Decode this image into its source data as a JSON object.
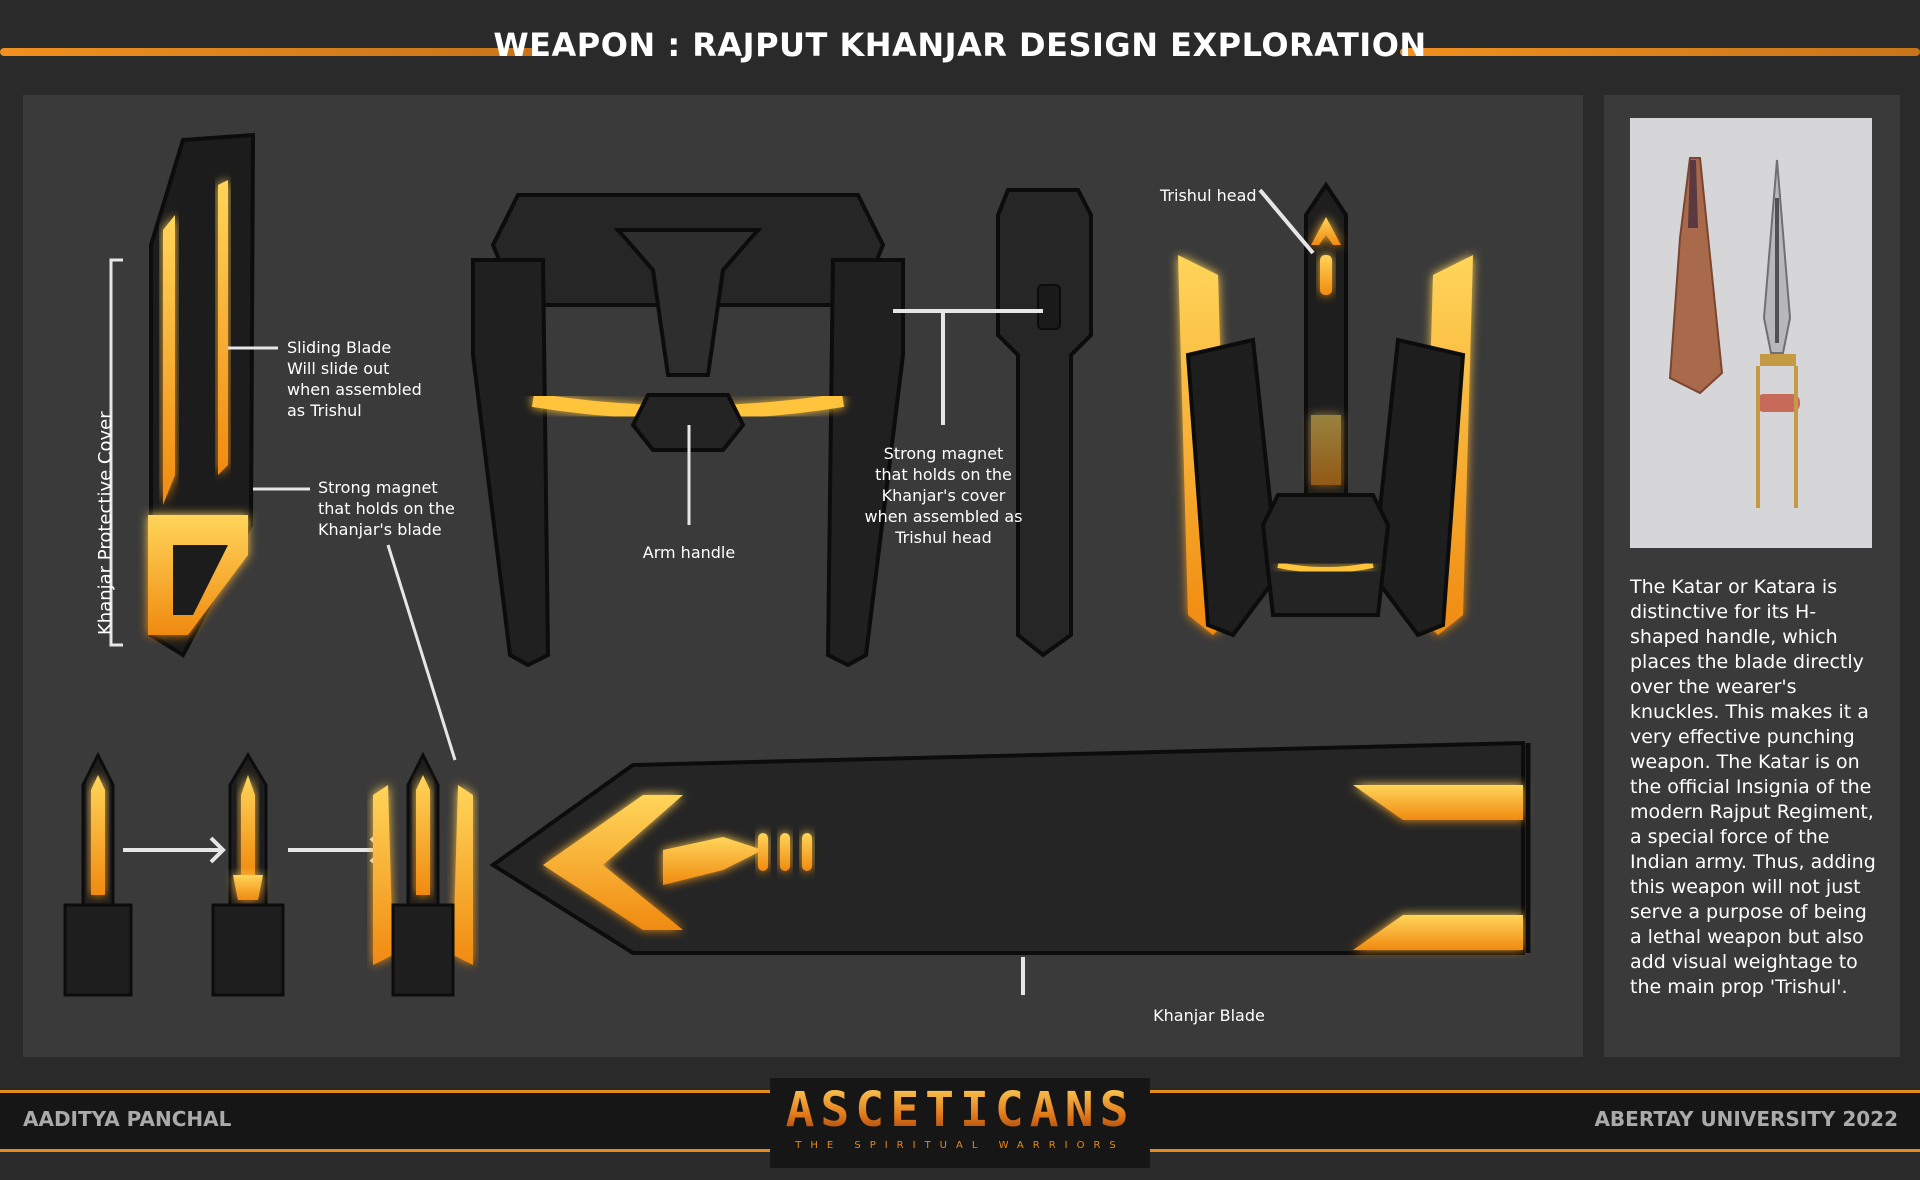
{
  "header": {
    "title": "WEAPON : RAJPUT KHANJAR DESIGN EXPLORATION"
  },
  "labels": {
    "protective_cover": "Khanjar Protective Cover",
    "sliding_blade": "Sliding Blade\nWill slide out\nwhen assembled\nas Trishul",
    "magnet_blade": "Strong magnet\nthat holds on the\nKhanjar's blade",
    "arm_handle": "Arm handle",
    "magnet_cover": "Strong magnet\nthat holds on the\nKhanjar's cover\nwhen assembled as\nTrishul head",
    "trishul_head": "Trishul head",
    "khanjar_blade": "Khanjar Blade"
  },
  "side": {
    "description": "The Katar or Katara is distinctive for its H-shaped handle, which places the blade directly over the wearer's knuckles. This makes it a very effective punching weapon. The Katar is on the official Insignia of the modern Rajput Regiment, a special force of the Indian army. Thus, adding this weapon will not just serve a purpose of being a lethal weapon but also add visual weightage to the main prop 'Trishul'."
  },
  "footer": {
    "author": "AADITYA PANCHAL",
    "institution": "ABERTAY UNIVERSITY 2022",
    "logo_title": "ASCETICANS",
    "logo_subtitle": "THE SPIRITUAL WARRIORS"
  },
  "colors": {
    "accent": "#f0a81f",
    "glow": "#ffc43a",
    "dark": "#1c1c1c",
    "panel": "#3a3a3a"
  }
}
